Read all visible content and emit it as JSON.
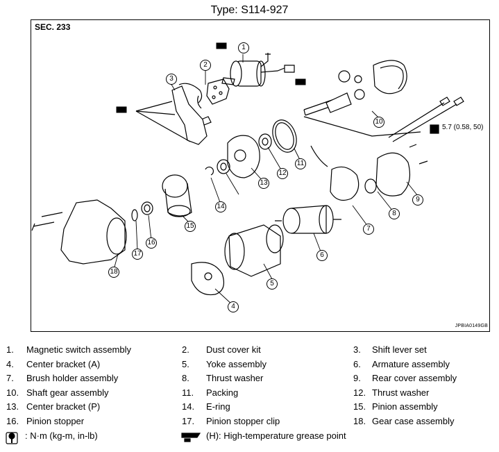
{
  "title": "Type: S114-927",
  "section": "SEC. 233",
  "drawing_code": "JPBIA0149GB",
  "torque_spec": "5.7 (0.58, 50)",
  "callouts": [
    "1",
    "2",
    "3",
    "4",
    "5",
    "6",
    "7",
    "8",
    "9",
    "10",
    "11",
    "12",
    "13",
    "14",
    "15",
    "16",
    "17",
    "18"
  ],
  "legend": [
    {
      "num": "1.",
      "label": "Magnetic switch assembly"
    },
    {
      "num": "2.",
      "label": "Dust cover kit"
    },
    {
      "num": "3.",
      "label": "Shift lever set"
    },
    {
      "num": "4.",
      "label": "Center bracket (A)"
    },
    {
      "num": "5.",
      "label": "Yoke assembly"
    },
    {
      "num": "6.",
      "label": "Armature assembly"
    },
    {
      "num": "7.",
      "label": "Brush holder assembly"
    },
    {
      "num": "8.",
      "label": "Thrust washer"
    },
    {
      "num": "9.",
      "label": "Rear cover assembly"
    },
    {
      "num": "10.",
      "label": "Shaft gear assembly"
    },
    {
      "num": "11.",
      "label": "Packing"
    },
    {
      "num": "12.",
      "label": "Thrust washer"
    },
    {
      "num": "13.",
      "label": "Center bracket (P)"
    },
    {
      "num": "14.",
      "label": "E-ring"
    },
    {
      "num": "15.",
      "label": "Pinion assembly"
    },
    {
      "num": "16.",
      "label": "Pinion stopper"
    },
    {
      "num": "17.",
      "label": "Pinion stopper clip"
    },
    {
      "num": "18.",
      "label": "Gear case assembly"
    }
  ],
  "symbols": {
    "torque_label": ": N·m (kg-m, in-lb)",
    "grease_label": "(H): High-temperature grease point"
  }
}
